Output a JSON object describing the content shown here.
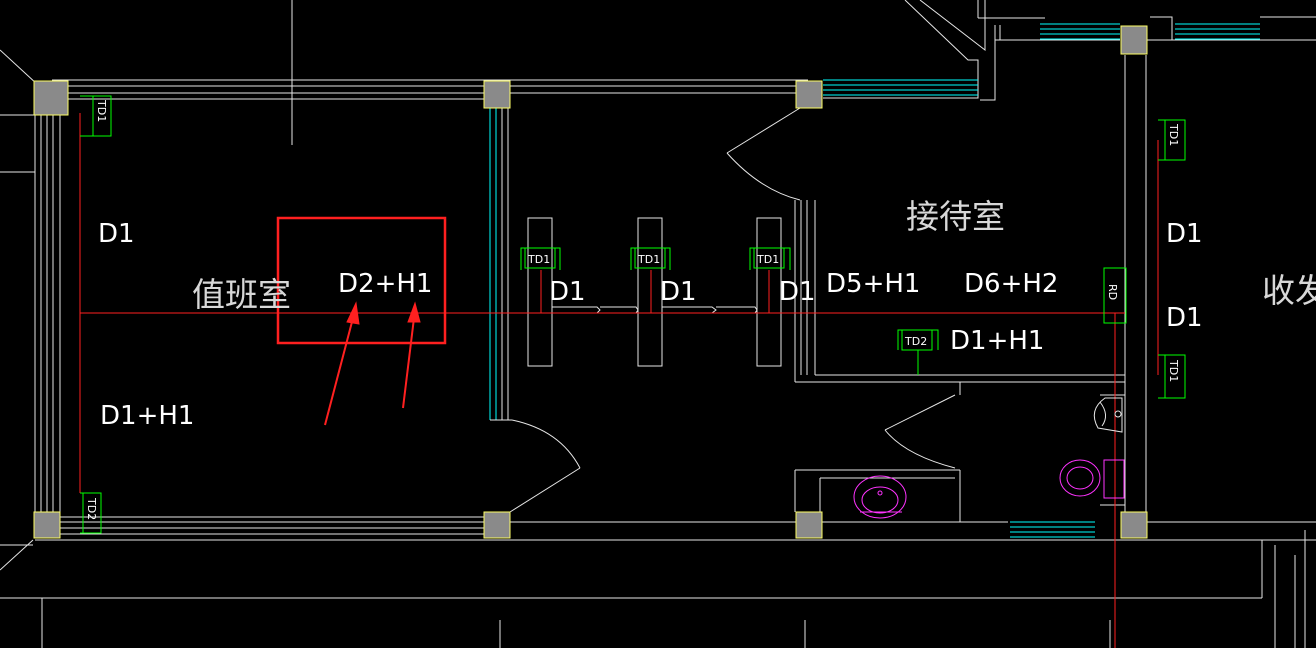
{
  "colors": {
    "background": "#000000",
    "wall": "#e6e6e6",
    "window": "#00ffff",
    "column_fill": "#8a8a8a",
    "column_stroke": "#ffff66",
    "axis_line": "#ff2020",
    "fixture": "#ff33ff",
    "tag": "#00ff00",
    "highlight": "#ff2020"
  },
  "rooms": {
    "duty_room": "值班室",
    "reception": "接待室",
    "receiving": "收发"
  },
  "labels": {
    "d1_left": "D1",
    "d2h1": "D2+H1",
    "d1h1_left": "D1+H1",
    "d1_door_a": "D1",
    "d1_door_b": "D1",
    "d1_door_c": "D1",
    "d5h1": "D5+H1",
    "d6h2": "D6+H2",
    "d1h1_right": "D1+H1",
    "d1_right_top": "D1",
    "d1_right_bottom": "D1"
  },
  "tags": {
    "td1_left": "TD1",
    "td2_left": "TD2",
    "td1_a": "TD1",
    "td1_b": "TD1",
    "td1_c": "TD1",
    "td2_mid": "TD2",
    "td1_right_top": "TD1",
    "td1_right_bottom": "TD1",
    "rd": "RD"
  },
  "icons": [
    "column-marker-icon",
    "washbasin-icon",
    "toilet-icon",
    "sink-icon",
    "annotation-arrow-icon"
  ]
}
